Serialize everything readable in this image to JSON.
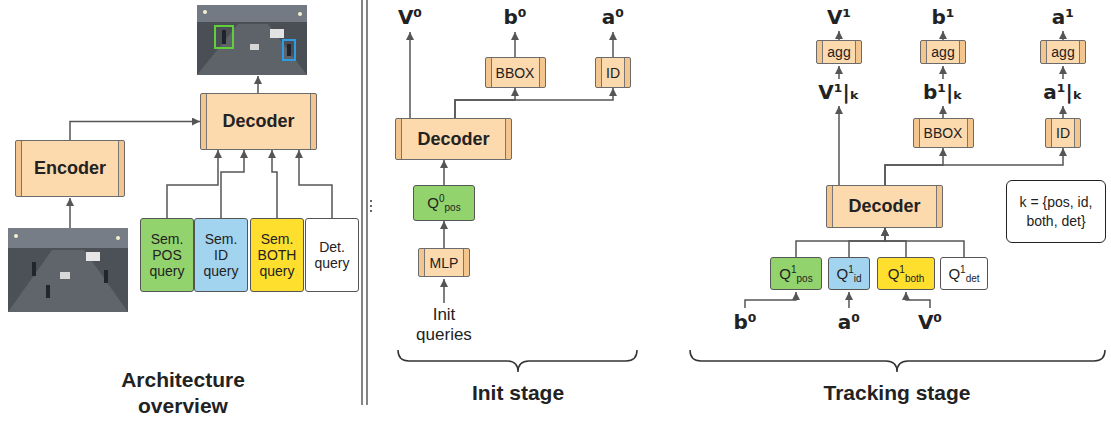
{
  "diagram": {
    "nodes": [
      {
        "text": [
          "Encoder"
        ]
      },
      {
        "text": [
          "Decoder"
        ]
      },
      {
        "text": [
          "Sem. POS query"
        ]
      },
      {
        "text": [
          "Sem. ID query"
        ]
      },
      {
        "text": [
          "Sem. BOTH query"
        ]
      },
      {
        "text": [
          "Det. query"
        ]
      },
      {
        "text": [
          "Decoder"
        ]
      },
      {
        "text": [
          "BBOX"
        ]
      },
      {
        "text": [
          "ID"
        ]
      },
      {
        "text": [
          "Q",
          "0",
          "pos"
        ]
      },
      {
        "text": [
          "MLP"
        ]
      },
      {
        "text": [
          "agg"
        ]
      },
      {
        "text": [
          "agg"
        ]
      },
      {
        "text": [
          "agg"
        ]
      },
      {
        "text": [
          "BBOX"
        ]
      },
      {
        "text": [
          "ID"
        ]
      },
      {
        "text": [
          "Decoder"
        ]
      },
      {
        "text": [
          "Q",
          "1",
          "pos"
        ]
      },
      {
        "text": [
          "Q",
          "1",
          "id"
        ]
      },
      {
        "text": [
          "Q",
          "1",
          "both"
        ]
      },
      {
        "text": [
          "Q",
          "1",
          "det"
        ]
      },
      {
        "text": [
          "k = {pos, id, both, det}"
        ]
      }
    ],
    "edges": [
      {
        "from": 0,
        "to": 1,
        "arrow": "to"
      },
      {
        "from": 2,
        "to": 1,
        "arrow": "to"
      },
      {
        "from": 3,
        "to": 1,
        "arrow": "to"
      },
      {
        "from": 4,
        "to": 1,
        "arrow": "to"
      },
      {
        "from": 5,
        "to": 1,
        "arrow": "to"
      },
      {
        "from": 10,
        "to": 9,
        "arrow": "to"
      },
      {
        "from": 9,
        "to": 6,
        "arrow": "to"
      },
      {
        "from": 6,
        "to": 7,
        "arrow": "to"
      },
      {
        "from": 6,
        "to": 8,
        "arrow": "to"
      },
      {
        "from": 16,
        "to": 14,
        "arrow": "to"
      },
      {
        "from": 16,
        "to": 15,
        "arrow": "to"
      },
      {
        "from": 17,
        "to": 16,
        "arrow": "to"
      },
      {
        "from": 18,
        "to": 16,
        "arrow": "to"
      },
      {
        "from": 19,
        "to": 16,
        "arrow": "to"
      },
      {
        "from": 20,
        "to": 16,
        "arrow": "to"
      }
    ],
    "labels": [
      "Architecture overview",
      "V⁰",
      "b⁰",
      "a⁰",
      "Init queries",
      "Init stage",
      "V¹",
      "b¹",
      "a¹",
      "V¹|ₖ",
      "b¹|ₖ",
      "a¹|ₖ",
      "b⁰",
      "a⁰",
      "V⁰",
      "Tracking stage"
    ]
  }
}
